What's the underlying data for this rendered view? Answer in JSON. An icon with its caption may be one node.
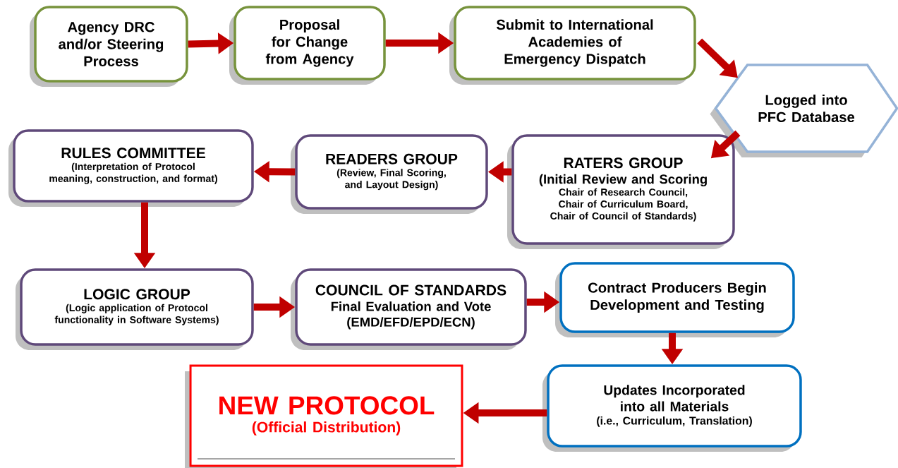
{
  "diagram": {
    "nodes": [
      {
        "text": [
          "Agency DRC and/or Steering Process"
        ]
      },
      {
        "text": [
          "Proposal for Change from Agency"
        ]
      },
      {
        "text": [
          "Submit to International Academies of Emergency Dispatch"
        ]
      },
      {
        "text": [
          "Logged into PFC Database"
        ]
      },
      {
        "text": [
          "RATERS GROUP",
          "(Initial Review and Scoring",
          "Chair of Research Council, Chair of Curriculum Board, Chair of Council of Standards)"
        ]
      },
      {
        "text": [
          "READERS GROUP",
          "(Review, Final Scoring, and Layout Design)"
        ]
      },
      {
        "text": [
          "RULES COMMITTEE",
          "(Interpretation of Protocol meaning, construction, and format)"
        ]
      },
      {
        "text": [
          "LOGIC GROUP",
          "(Logic application of Protocol functionality in Software Systems)"
        ]
      },
      {
        "text": [
          "COUNCIL OF STANDARDS",
          "Final Evaluation and Vote",
          "(EMD/EFD/EPD/ECN)"
        ]
      },
      {
        "text": [
          "Contract Producers Begin Development and Testing"
        ]
      },
      {
        "text": [
          "Updates Incorporated into all Materials",
          "(i.e., Curriculum, Translation)"
        ]
      },
      {
        "text": [
          "NEW PROTOCOL",
          "(Official Distribution)"
        ]
      }
    ],
    "edges": [
      {
        "from": 0,
        "to": 1,
        "arrow": "to"
      },
      {
        "from": 1,
        "to": 2,
        "arrow": "to"
      },
      {
        "from": 2,
        "to": 3,
        "arrow": "to"
      },
      {
        "from": 3,
        "to": 4,
        "arrow": "to"
      },
      {
        "from": 4,
        "to": 5,
        "arrow": "to"
      },
      {
        "from": 5,
        "to": 6,
        "arrow": "to"
      },
      {
        "from": 6,
        "to": 7,
        "arrow": "to"
      },
      {
        "from": 7,
        "to": 8,
        "arrow": "to"
      },
      {
        "from": 8,
        "to": 9,
        "arrow": "to"
      },
      {
        "from": 9,
        "to": 10,
        "arrow": "to"
      },
      {
        "from": 10,
        "to": 11,
        "arrow": "to"
      }
    ]
  }
}
